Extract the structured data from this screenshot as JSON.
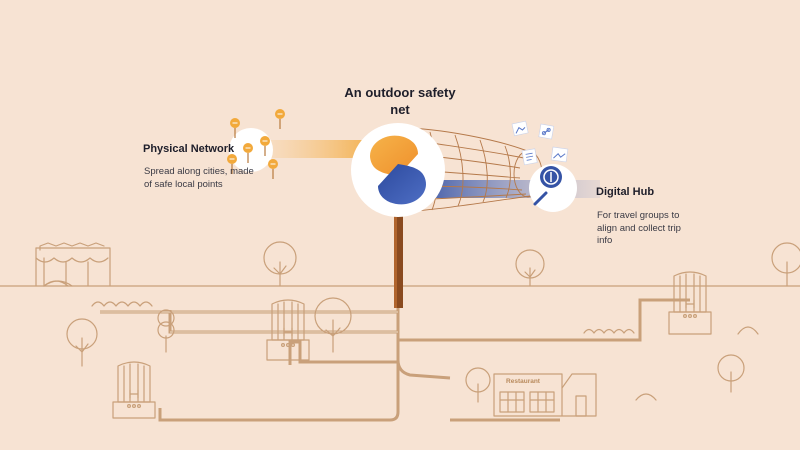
{
  "title": "An outdoor safety net",
  "physical_network": {
    "heading": "Physical Network",
    "description": "Spread along cities, made of safe local points"
  },
  "digital_hub": {
    "heading": "Digital Hub",
    "description": "For travel groups to align and collect trip info"
  },
  "restaurant_label": "Restaurant",
  "colors": {
    "background": "#f7e3d3",
    "line_art": "#c9a07a",
    "accent_orange": "#f2a93b",
    "accent_blue": "#3553a5",
    "pole": "#8a4a1f"
  }
}
